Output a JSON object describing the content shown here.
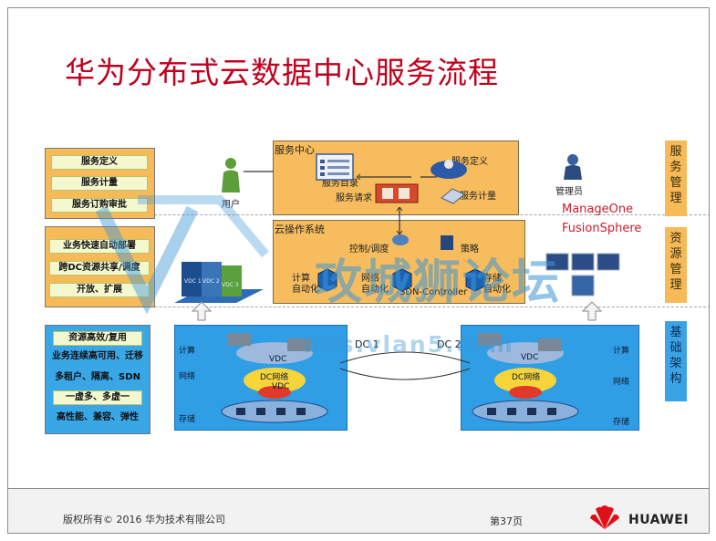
{
  "title": "华为分布式云数据中心服务流程",
  "left_panel_service": [
    "服务定义",
    "服务计量",
    "服务订购审批"
  ],
  "left_panel_resource": [
    "业务快速自动部署",
    "跨DC资源共享/调度",
    "开放、扩展"
  ],
  "left_panel_infra": [
    "资源高效/复用",
    "业务连续高可用、迁移",
    "多租户、隔离、SDN",
    "一虚多、多虚一",
    "高性能、兼容、弹性"
  ],
  "service_center": {
    "title": "服务中心",
    "user_label": "用户",
    "admin_label": "管理员",
    "catalog_label": "服务目录",
    "request_label": "服务请求",
    "definition_label": "服务定义",
    "metering_label": "服务计量"
  },
  "cloud_os": {
    "title": "云操作系统",
    "control_label": "控制/调度",
    "policy_label": "策略",
    "compute_auto": "计算\n自动化",
    "network_auto": "网络\n自动化",
    "storage_auto": "存储\n自动化",
    "sdn_label": "SDN-Controller"
  },
  "manage_one": "ManageOne",
  "fusion_sphere": "FusionSphere",
  "right_tags": [
    "服务管理",
    "资源管理",
    "基础架构"
  ],
  "dc1": {
    "label": "DC 1",
    "compute": "计算",
    "network": "网络",
    "storage": "存储",
    "vdc": "VDC",
    "dc_network": "DC网络",
    "vdc2": "VDC"
  },
  "dc2": {
    "label": "DC 2",
    "compute": "计算",
    "network": "网络",
    "storage": "存储",
    "vdc": "VDC",
    "dc_network": "DC网络"
  },
  "vdc_tiles": [
    "VDC 1",
    "VDC 2",
    "VDC 3"
  ],
  "watermark": "攻城狮论坛",
  "watermark_url": "bbs.vlan5.com",
  "footer": {
    "copyright": "版权所有© 2016 华为技术有限公司",
    "page": "第37页",
    "brand": "HUAWEI"
  },
  "colors": {
    "title": "#c0001c",
    "orange_panel": "#f6ba58",
    "blue_panel": "#39a6e6",
    "manage_text": "#d01a2b"
  }
}
